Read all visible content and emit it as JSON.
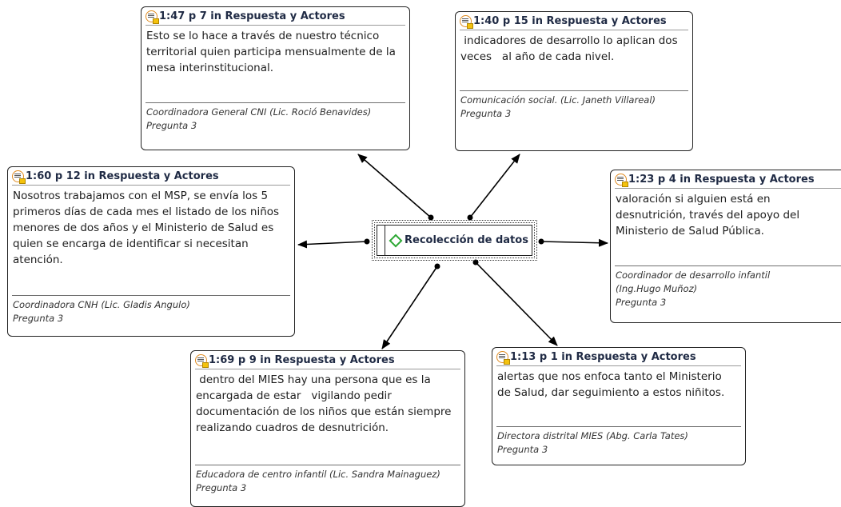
{
  "central_code": {
    "label": "Recolección de datos",
    "icon": "code-diamond-icon",
    "icon_color": "#2ea836"
  },
  "quotes": [
    {
      "id": "q147",
      "header": "1:47 p 7 in Respuesta y Actores",
      "lines": [
        "Esto se lo hace a través de nuestro técnico",
        "territorial quien participa mensualmente de la",
        "mesa interinstitucional."
      ],
      "author": "Coordinadora General CNI (Lic. Roció Benavides)",
      "question": "Pregunta 3"
    },
    {
      "id": "q140",
      "header": "1:40 p 15 in Respuesta y Actores",
      "lines": [
        " indicadores de desarrollo lo aplican dos",
        "veces   al año de cada nivel."
      ],
      "author": "Comunicación social. (Lic. Janeth Villareal)",
      "question": "Pregunta 3"
    },
    {
      "id": "q160",
      "header": "1:60 p 12 in Respuesta y Actores",
      "lines": [
        "Nosotros trabajamos con el MSP, se envía los 5",
        "primeros días de cada mes el listado de los niños",
        "menores de dos años y el Ministerio de Salud es",
        "quien se encarga de identificar si necesitan",
        "atención."
      ],
      "author": "Coordinadora CNH (Lic. Gladis Angulo)",
      "question": "Pregunta 3"
    },
    {
      "id": "q123",
      "header": "1:23 p 4 in Respuesta y Actores",
      "lines": [
        "valoración si alguien está en",
        "desnutrición, través del apoyo del",
        "Ministerio de Salud Pública."
      ],
      "author": "Coordinador de desarrollo infantil",
      "author2": "(Ing.Hugo Muñoz)",
      "question": "Pregunta 3"
    },
    {
      "id": "q169",
      "header": "1:69 p 9 in Respuesta y Actores",
      "lines": [
        " dentro del MIES hay una persona que es la",
        "encargada de estar   vigilando pedir",
        "documentación de los niños que están siempre",
        "realizando cuadros de desnutrición."
      ],
      "author": "Educadora de centro infantil (Lic. Sandra Mainaguez)",
      "question": "Pregunta 3"
    },
    {
      "id": "q113",
      "header": "1:13 p 1 in Respuesta y Actores",
      "lines": [
        "alertas que nos enfoca tanto el Ministerio",
        "de Salud, dar seguimiento a estos niñitos."
      ],
      "author": "Directora distrital MIES (Abg. Carla Tates)",
      "question": "Pregunta 3"
    }
  ],
  "colors": {
    "border": "#222222",
    "header_text": "#1f2a44",
    "icon_ring": "#e08a1e",
    "icon_badge": "#f4c20d"
  }
}
